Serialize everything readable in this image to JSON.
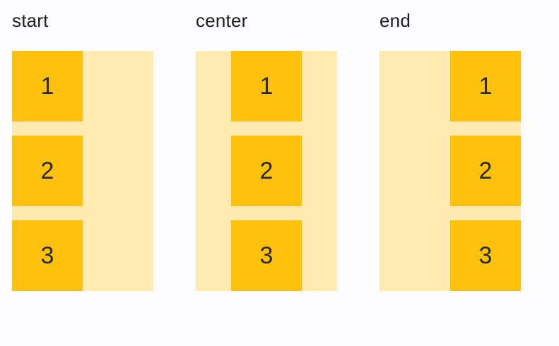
{
  "page": {
    "background_color": "#FCFCFF"
  },
  "colors": {
    "container_fill": "#FFEBB0",
    "item_fill": "#FEC10D",
    "label_text": "#1f1f1f",
    "item_text": "#2b2a26"
  },
  "groups": [
    {
      "label": "start",
      "alignment": "start",
      "items": [
        "1",
        "2",
        "3"
      ]
    },
    {
      "label": "center",
      "alignment": "center",
      "items": [
        "1",
        "2",
        "3"
      ]
    },
    {
      "label": "end",
      "alignment": "end",
      "items": [
        "1",
        "2",
        "3"
      ]
    }
  ]
}
